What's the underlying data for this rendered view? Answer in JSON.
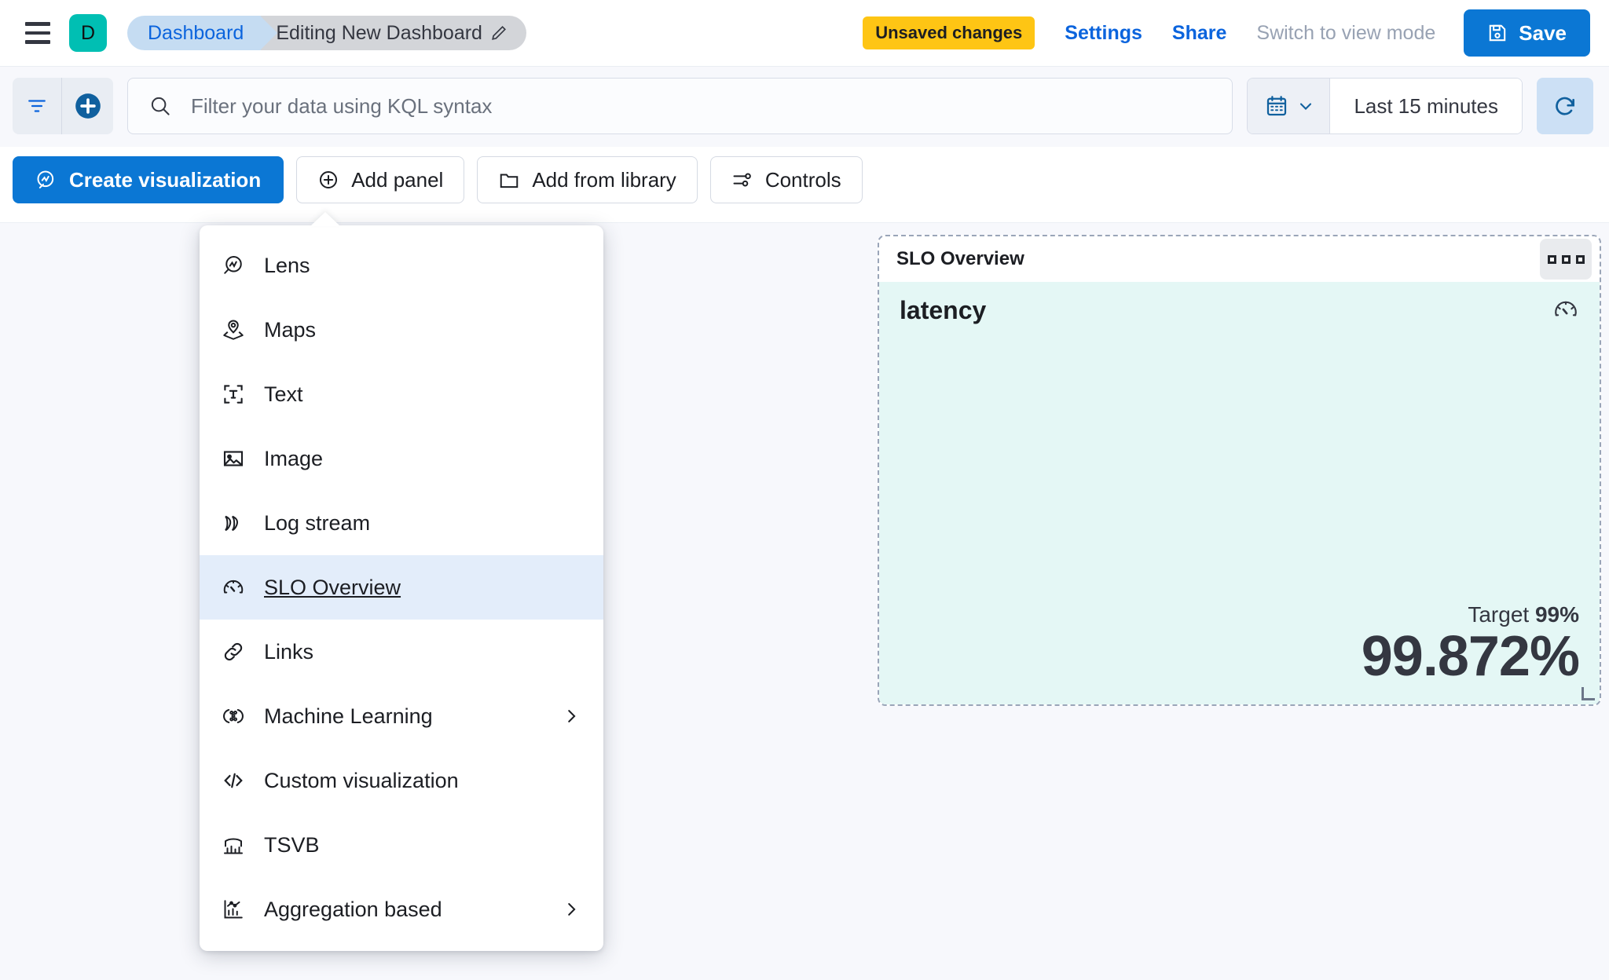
{
  "header": {
    "menu_icon": "hamburger-menu-icon",
    "avatar_initial": "D",
    "breadcrumb_app": "Dashboard",
    "breadcrumb_current": "Editing New Dashboard",
    "edit_icon": "pencil-icon",
    "unsaved_badge": "Unsaved changes",
    "settings_link": "Settings",
    "share_link": "Share",
    "view_mode_link": "Switch to view mode",
    "save_label": "Save",
    "save_icon": "floppy-disk-icon",
    "accent_blue": "#0B77D4",
    "badge_yellow": "#FEC514",
    "avatar_teal": "#00BFB3"
  },
  "querybar": {
    "filter_icon": "filter-icon",
    "add_filter_icon": "add-circle-icon",
    "search_icon": "search-icon",
    "placeholder": "Filter your data using KQL syntax",
    "value": "",
    "calendar_icon": "calendar-icon",
    "chevron_icon": "chevron-down-icon",
    "time_range": "Last 15 minutes",
    "refresh_icon": "refresh-icon"
  },
  "toolbar": {
    "create_visualization": "Create visualization",
    "add_panel": "Add panel",
    "add_from_library": "Add from library",
    "controls": "Controls"
  },
  "add_panel_menu": {
    "items": [
      {
        "label": "Lens",
        "icon": "lens-icon",
        "has_submenu": false,
        "active": false
      },
      {
        "label": "Maps",
        "icon": "maps-icon",
        "has_submenu": false,
        "active": false
      },
      {
        "label": "Text",
        "icon": "text-icon",
        "has_submenu": false,
        "active": false
      },
      {
        "label": "Image",
        "icon": "image-icon",
        "has_submenu": false,
        "active": false
      },
      {
        "label": "Log stream",
        "icon": "log-stream-icon",
        "has_submenu": false,
        "active": false
      },
      {
        "label": "SLO Overview",
        "icon": "gauge-icon",
        "has_submenu": false,
        "active": true
      },
      {
        "label": "Links",
        "icon": "link-icon",
        "has_submenu": false,
        "active": false
      },
      {
        "label": "Machine Learning",
        "icon": "ml-icon",
        "has_submenu": true,
        "active": false
      },
      {
        "label": "Custom visualization",
        "icon": "code-icon",
        "has_submenu": false,
        "active": false
      },
      {
        "label": "TSVB",
        "icon": "tsvb-icon",
        "has_submenu": false,
        "active": false
      },
      {
        "label": "Aggregation based",
        "icon": "agg-chart-icon",
        "has_submenu": true,
        "active": false
      }
    ]
  },
  "slo_panel": {
    "title": "SLO Overview",
    "context_menu_icon": "panel-context-menu-icon",
    "metric_name": "latency",
    "gauge_icon": "gauge-icon",
    "target_label": "Target",
    "target_value": "99%",
    "sli_value": "99.872%",
    "panel_bg": "#E4F7F5",
    "resize_handle_icon": "resize-handle-icon"
  }
}
